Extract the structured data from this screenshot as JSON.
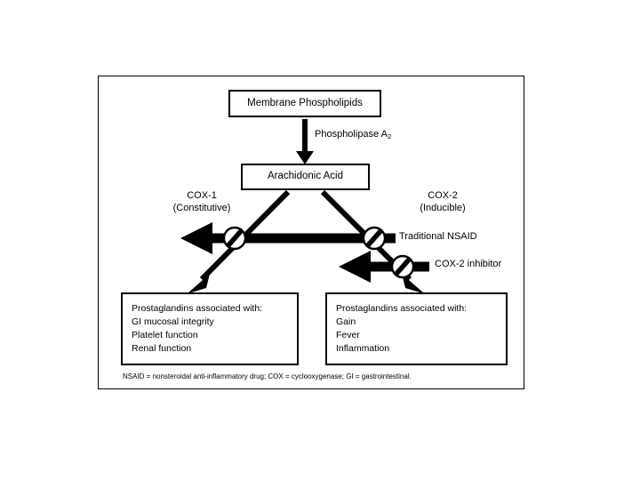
{
  "figure": {
    "title_visible": false,
    "background_color": "#ffffff",
    "line_color": "#000000",
    "frame": {
      "present": true,
      "border_color": "#000000"
    }
  },
  "nodes": {
    "membrane_phospholipids": {
      "label": "Membrane Phospholipids"
    },
    "arachidonic_acid": {
      "label": "Arachidonic Acid"
    },
    "cox1_outcomes": {
      "heading": "Prostaglandins associated with:",
      "items": [
        "GI mucosal integrity",
        "Platelet function",
        "Renal function"
      ]
    },
    "cox2_outcomes": {
      "heading": "Prostaglandins associated with:",
      "items": [
        "Gain",
        "Fever",
        "Inflammation"
      ]
    }
  },
  "labels": {
    "phospholipase": {
      "text": "Phospholipase A",
      "subscript": "2"
    },
    "cox1": {
      "name": "COX-1",
      "qualifier": "(Constitutive)"
    },
    "cox2": {
      "name": "COX-2",
      "qualifier": "(Inducible)"
    },
    "traditional_nsaid": "Traditional NSAID",
    "cox2_inhibitor": "COX-2 inhibitor"
  },
  "footnote": {
    "text": "NSAID = nonsteroidal anti-inflammatory drug; COX = cyclooxygenase; GI = gastrointestinal."
  },
  "icons": {
    "prohibition": "no-entry-icon"
  },
  "chart_data": {
    "type": "diagram",
    "diagram_kind": "flowchart",
    "title": "Arachidonic acid pathway and COX inhibition",
    "nodes": [
      {
        "id": "membrane_phospholipids",
        "label": "Membrane Phospholipids",
        "shape": "rect"
      },
      {
        "id": "arachidonic_acid",
        "label": "Arachidonic Acid",
        "shape": "rect"
      },
      {
        "id": "cox1_outcomes",
        "label": "Prostaglandins associated with: GI mucosal integrity; Platelet function; Renal function",
        "shape": "rect"
      },
      {
        "id": "cox2_outcomes",
        "label": "Prostaglandins associated with: Gain; Fever; Inflammation",
        "shape": "rect"
      },
      {
        "id": "traditional_nsaid",
        "label": "Traditional NSAID",
        "shape": "label"
      },
      {
        "id": "cox2_inhibitor",
        "label": "COX-2 inhibitor",
        "shape": "label"
      }
    ],
    "edges": [
      {
        "from": "membrane_phospholipids",
        "to": "arachidonic_acid",
        "label": "Phospholipase A2",
        "style": "solid-arrow",
        "direction": "down"
      },
      {
        "from": "arachidonic_acid",
        "to": "cox1_outcomes",
        "label": "COX-1 (Constitutive)",
        "style": "solid-arrow",
        "direction": "down-left"
      },
      {
        "from": "arachidonic_acid",
        "to": "cox2_outcomes",
        "label": "COX-2 (Inducible)",
        "style": "solid-arrow",
        "direction": "down-right"
      },
      {
        "from": "traditional_nsaid",
        "to": "cox1_outcomes",
        "style": "inhibition-arrow",
        "direction": "left",
        "blocks": [
          "cox1-pathway",
          "cox2-pathway"
        ]
      },
      {
        "from": "cox2_inhibitor",
        "to": "cox2_outcomes",
        "style": "inhibition-arrow",
        "direction": "left",
        "blocks": [
          "cox2-pathway"
        ]
      }
    ],
    "annotations": [
      "NSAID = nonsteroidal anti-inflammatory drug; COX = cyclooxygenase; GI = gastrointestinal."
    ]
  }
}
